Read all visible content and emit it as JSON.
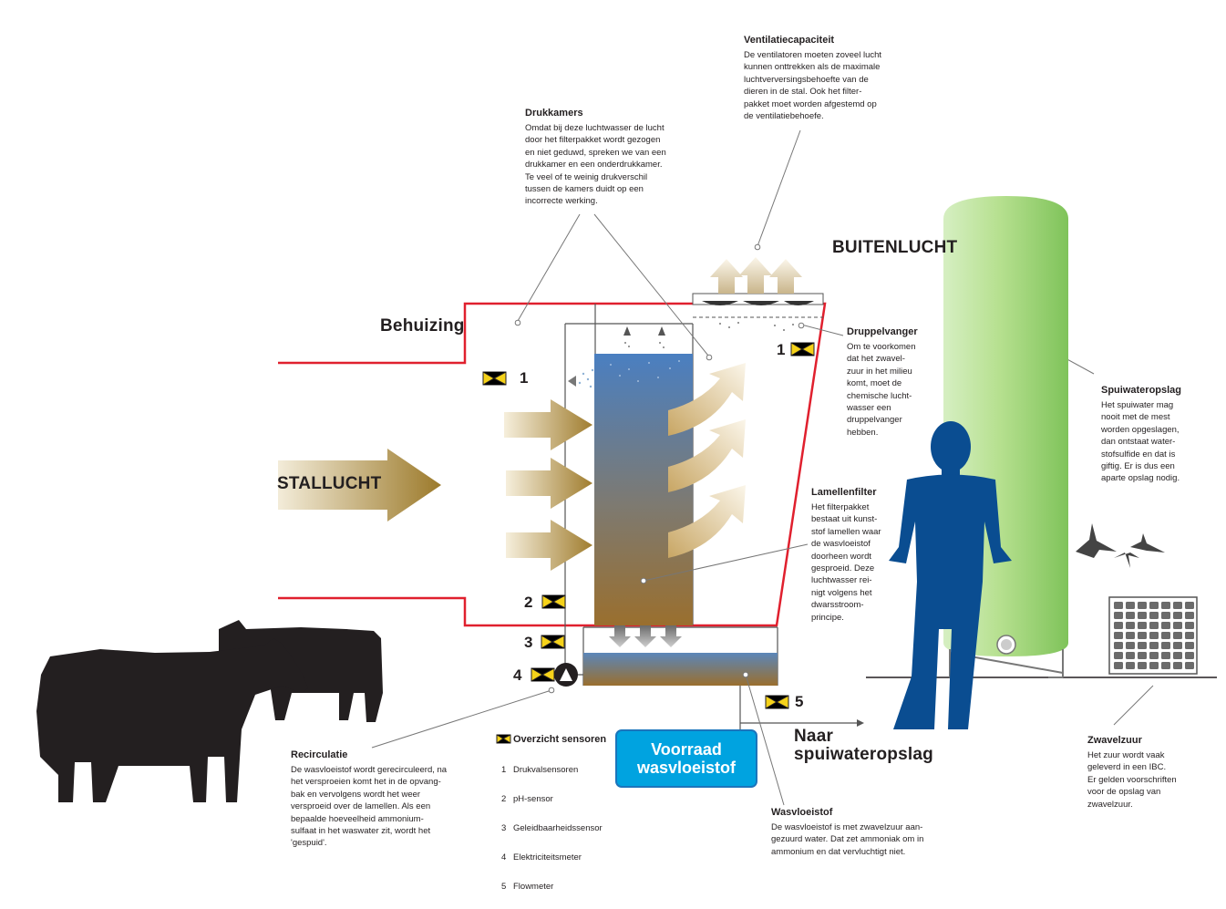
{
  "labels": {
    "behuizing": "Behuizing",
    "stallucht": "STALLUCHT",
    "buitenlucht": "BUITENLUCHT",
    "naar_line1": "Naar",
    "naar_line2": "spuiwateropslag",
    "voorraad_line1": "Voorraad",
    "voorraad_line2": "wasvloeistof"
  },
  "sensor_markers": {
    "s1_left": "1",
    "s1_right": "1",
    "s2": "2",
    "s3": "3",
    "s4": "4",
    "s5": "5"
  },
  "callouts": {
    "ventilatiecapaciteit": {
      "title": "Ventilatiecapaciteit",
      "text": "De ventilatoren moeten zoveel lucht\nkunnen onttrekken als de maximale\nluchtverversingsbehoefte van de\ndieren in de stal. Ook het filter-\npakket moet worden afgestemd op\nde ventilatiebehoefe."
    },
    "drukkamers": {
      "title": "Drukkamers",
      "text": "Omdat bij deze luchtwasser de lucht\ndoor het filterpakket wordt gezogen\nen niet geduwd, spreken we van een\ndrukkamer en een onderdrukkamer.\nTe veel of te weinig drukverschil\ntussen de kamers duidt op een\nincorrecte werking."
    },
    "druppelvanger": {
      "title": "Druppelvanger",
      "text": "Om te voorkomen\ndat het zwavel-\nzuur in het milieu\nkomt, moet de\nchemische lucht-\nwasser een\ndruppelvanger\nhebben."
    },
    "spuiwateropslag": {
      "title": "Spuiwateropslag",
      "text": "Het spuiwater mag\nnooit met de mest\nworden opgeslagen,\ndan ontstaat water-\nstofsulfide en dat is\ngiftig. Er is dus een\naparte opslag nodig."
    },
    "lamellenfilter": {
      "title": "Lamellenfilter",
      "text": "Het filterpakket\nbestaat uit kunst-\nstof lamellen waar\nde wasvloeistof\ndoorheen wordt\ngesproeid. Deze\nluchtwasser rei-\nnigt volgens het\ndwarsstroom-\nprincipe."
    },
    "recirculatie": {
      "title": "Recirculatie",
      "text": "De wasvloeistof wordt gerecirculeerd, na\nhet versproeien komt het in de opvang-\nbak en vervolgens wordt het weer\nversproeid over de lamellen. Als een\nbepaalde hoeveelheid ammonium-\nsulfaat in het waswater zit, wordt het\n'gespuid'."
    },
    "wasvloeistof": {
      "title": "Wasvloeistof",
      "text": "De wasvloeistof is met zwavelzuur aan-\ngezuurd water. Dat zet ammoniak om in\nammonium en dat vervluchtigt niet."
    },
    "zwavelzuur": {
      "title": "Zwavelzuur",
      "text": "Het zuur wordt vaak\ngeleverd in een IBC.\nEr gelden voorschriften\nvoor de opslag van\nzwavelzuur."
    }
  },
  "sensors": {
    "title": "Overzicht sensoren",
    "items": [
      {
        "nr": "1",
        "label": "Drukvalsensoren"
      },
      {
        "nr": "2",
        "label": "pH-sensor"
      },
      {
        "nr": "3",
        "label": "Geleidbaarheidssensor"
      },
      {
        "nr": "4",
        "label": "Elektriciteitsmeter"
      },
      {
        "nr": "5",
        "label": "Flowmeter"
      }
    ]
  },
  "colors": {
    "housing": "#e0202e",
    "stallucht_arrow": "#a27d2c",
    "filter_top": "#4a7fc1",
    "filter_bottom": "#9a6f2e",
    "tank": "#a8da7e",
    "person": "#0a4d91",
    "sensor": "#f5d21a",
    "store": "#00a3e0"
  }
}
